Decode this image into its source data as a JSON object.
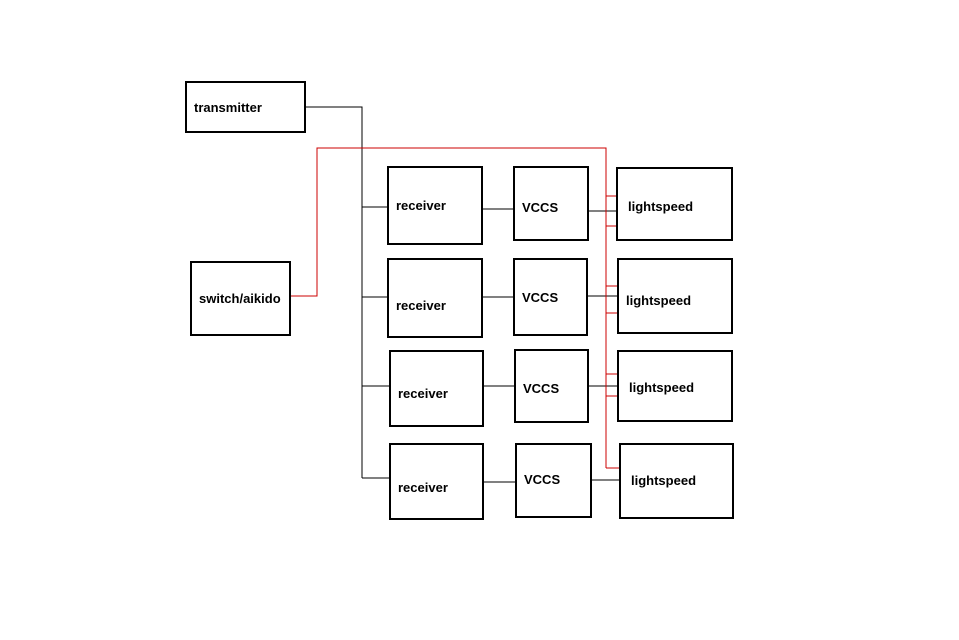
{
  "diagram": {
    "colors": {
      "signal_line": "#000000",
      "control_line": "#cc0000",
      "box_border": "#000000"
    },
    "transmitter": {
      "label": "transmitter"
    },
    "switch": {
      "label": "switch/aikido"
    },
    "channels": [
      {
        "receiver": "receiver",
        "vccs": "VCCS",
        "lightspeed": "lightspeed"
      },
      {
        "receiver": "receiver",
        "vccs": "VCCS",
        "lightspeed": "lightspeed"
      },
      {
        "receiver": "receiver",
        "vccs": "VCCS",
        "lightspeed": "lightspeed"
      },
      {
        "receiver": "receiver",
        "vccs": "VCCS",
        "lightspeed": "lightspeed"
      }
    ]
  }
}
